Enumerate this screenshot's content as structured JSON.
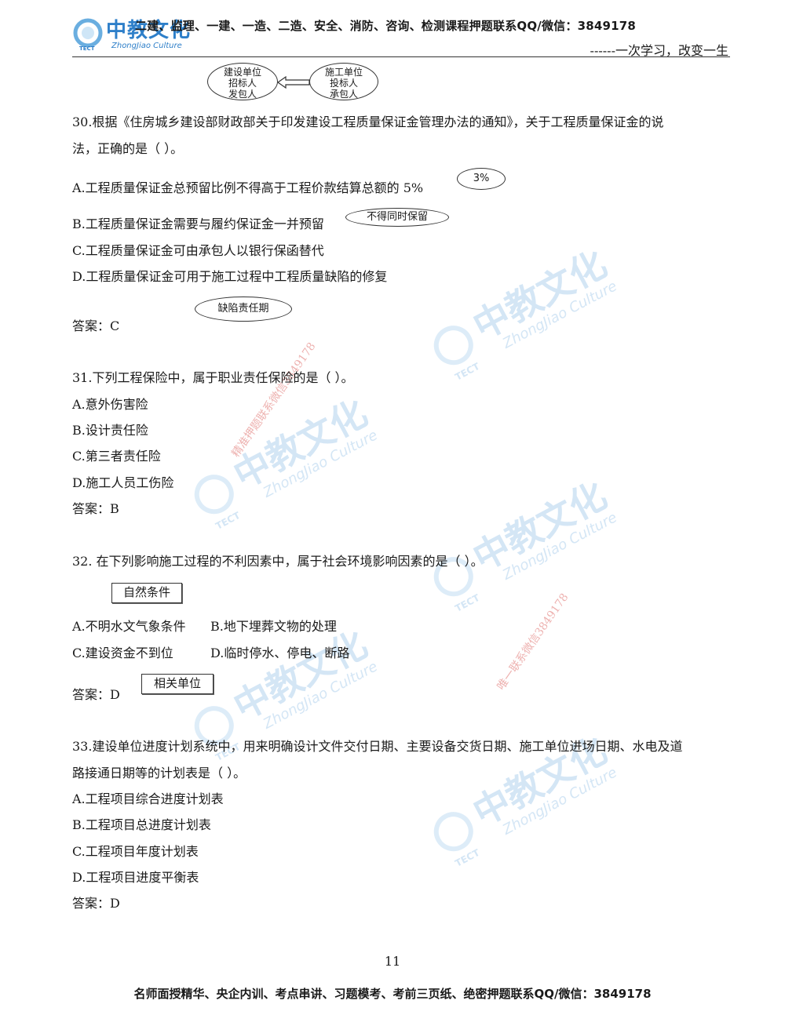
{
  "header": {
    "top_text": "二建、监理、一建、一造、二造、安全、消防、咨询、检测课程押题联系QQ/微信：3849178",
    "slogan": "------一次学习，改变一生",
    "logo_cn": "中教文化",
    "logo_en": "ZhongJiao Culture",
    "logo_tect": "TECT"
  },
  "diagram": {
    "left_oval": [
      "建设单位",
      "招标人",
      "发包人"
    ],
    "right_oval": [
      "施工单位",
      "投标人",
      "承包人"
    ]
  },
  "questions": [
    {
      "stem_lines": [
        "30.根据《住房城乡建设部财政部关于印发建设工程质量保证金管理办法的通知》，关于工程质量保证金的说",
        "法，正确的是（    ）。"
      ],
      "options": [
        "A.工程质量保证金总预留比例不得高于工程价款结算总额的 5%",
        "B.工程质量保证金需要与履约保证金一并预留",
        "C.工程质量保证金可由承包人以银行保函替代",
        "D.工程质量保证金可用于施工过程中工程质量缺陷的修复"
      ],
      "answer": "答案：C",
      "notes": [
        "3%",
        "不得同时保留",
        "缺陷责任期"
      ]
    },
    {
      "stem_lines": [
        "31.下列工程保险中，属于职业责任保险的是（    ）。"
      ],
      "options": [
        "A.意外伤害险",
        "B.设计责任险",
        "C.第三者责任险",
        "D.施工人员工伤险"
      ],
      "answer": "答案：B"
    },
    {
      "stem_lines": [
        "32.       在下列影响施工过程的不利因素中，属于社会环境影响因素的是（    ）。"
      ],
      "options": [
        "A.不明水文气象条件",
        "B.地下埋葬文物的处理",
        "C.建设资金不到位",
        "D.临时停水、停电、断路"
      ],
      "answer": "答案：D",
      "notes": [
        "自然条件",
        "相关单位"
      ]
    },
    {
      "stem_lines": [
        "33.建设单位进度计划系统中，用来明确设计文件交付日期、主要设备交货日期、施工单位进场日期、水电及道",
        "路接通日期等的计划表是（    ）。"
      ],
      "options": [
        "A.工程项目综合进度计划表",
        "B.工程项目总进度计划表",
        "C.工程项目年度计划表",
        "D.工程项目进度平衡表"
      ],
      "answer": "答案：D"
    }
  ],
  "watermark": {
    "cn": "中教文化",
    "en": "ZhongJiao Culture",
    "tect": "TECT",
    "text1": "精准押题联系微信3849178",
    "text2": "唯一联系微信3849178"
  },
  "page_number": "11",
  "footer": "名师面授精华、央企内训、考点串讲、习题模考、考前三页纸、绝密押题联系QQ/微信：3849178",
  "colors": {
    "brand": "#2e7fc9",
    "watermark_red": "#d9534f"
  }
}
